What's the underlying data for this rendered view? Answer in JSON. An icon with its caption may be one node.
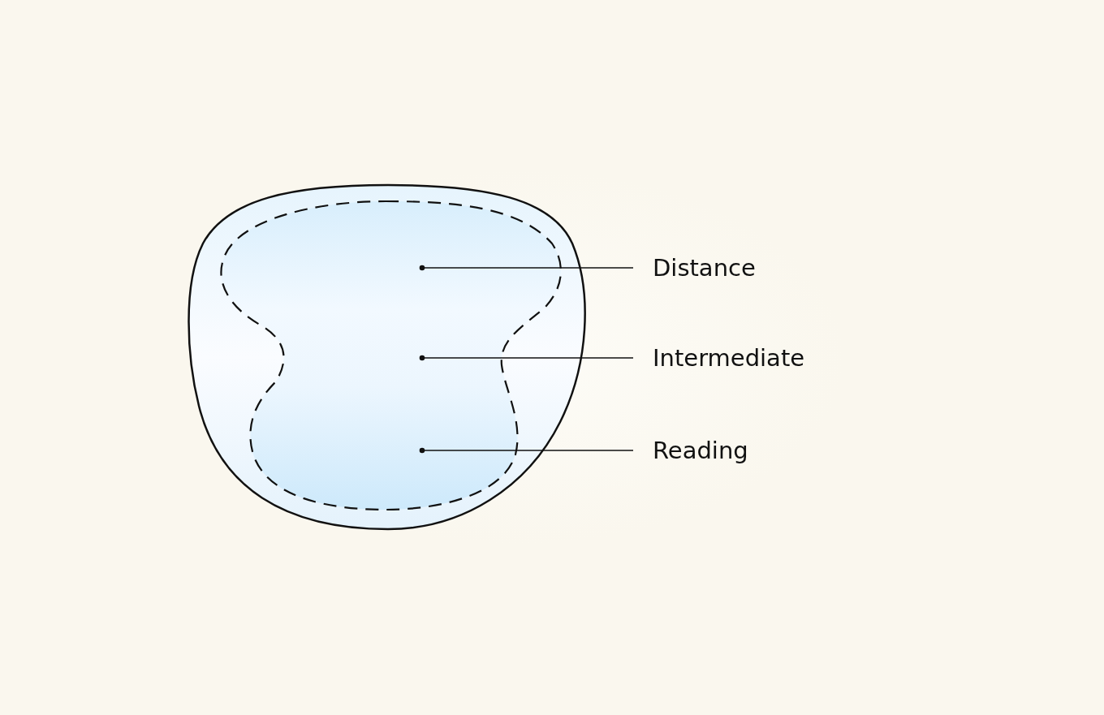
{
  "diagram": {
    "nodes": [
      {
        "text": [
          "Distance"
        ]
      },
      {
        "text": [
          "Intermediate"
        ]
      },
      {
        "text": [
          "Reading"
        ]
      }
    ],
    "edges": [
      {
        "from": 0,
        "to": null,
        "arrow": "other"
      },
      {
        "from": 1,
        "to": null,
        "arrow": "other"
      },
      {
        "from": 2,
        "to": null,
        "arrow": "other"
      }
    ]
  }
}
